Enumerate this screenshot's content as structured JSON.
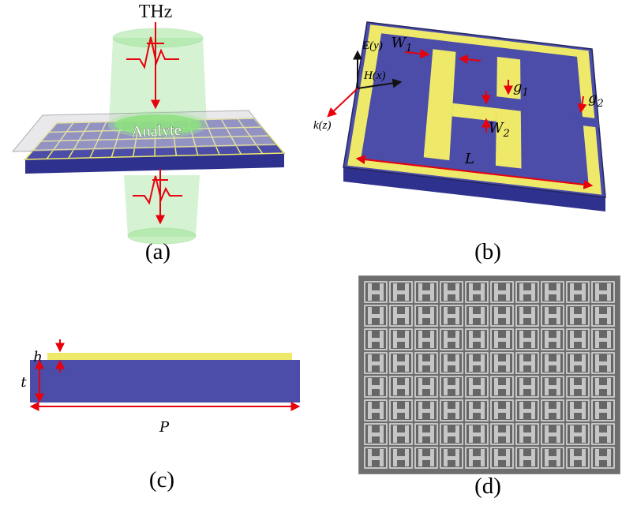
{
  "panel_a": {
    "label": "(a)",
    "thz": "THz",
    "analyte": "Analyte"
  },
  "panel_b": {
    "label": "(b)",
    "axes": {
      "e": "E(y)",
      "h": "H(x)",
      "k": "k(z)"
    },
    "dims": {
      "w1": {
        "base": "W",
        "sub": "1"
      },
      "w2": {
        "base": "W",
        "sub": "2"
      },
      "g1": {
        "base": "g",
        "sub": "1"
      },
      "g2": {
        "base": "g",
        "sub": "2"
      },
      "l": "L"
    }
  },
  "panel_c": {
    "label": "(c)",
    "dims": {
      "h": "h",
      "t": "t",
      "p": "P"
    }
  },
  "panel_d": {
    "label": "(d)",
    "grid": {
      "rows": 8,
      "cols": 10
    }
  },
  "colors": {
    "substrate": "#4b4da9",
    "substrate_dark": "#2f318e",
    "metal": "#efe96a",
    "beam": "#a2e59b",
    "analyte_plate": "rgba(213,213,218,0.52)",
    "annotation": "#e8000d",
    "micrograph_bg": "#6e6e6e",
    "micrograph_fg": "#c6c6c6"
  }
}
